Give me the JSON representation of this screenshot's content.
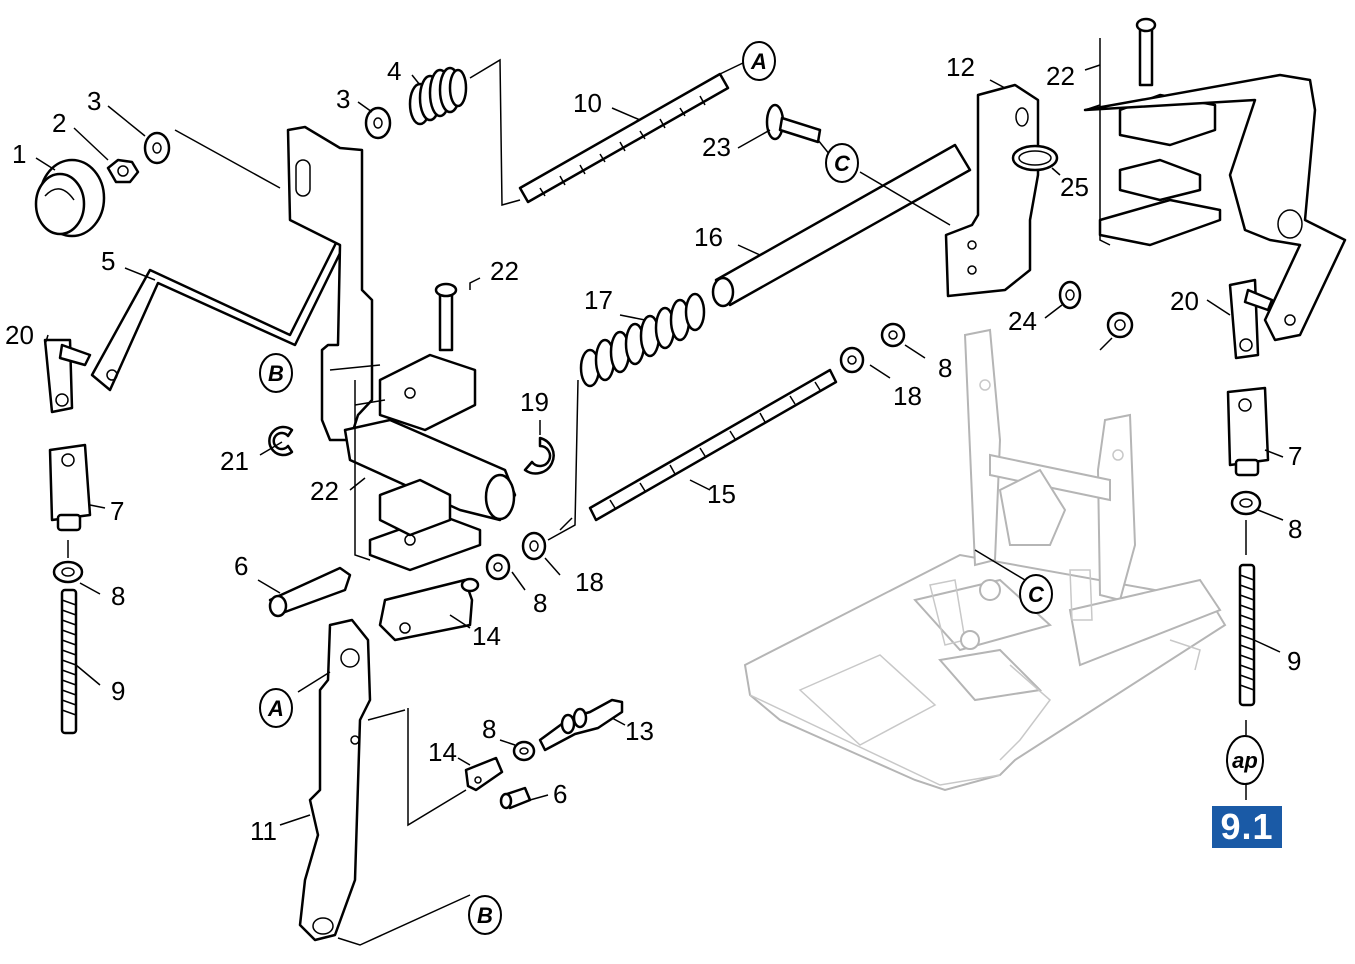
{
  "page_reference": "9.1",
  "part_numbers": [
    "1",
    "2",
    "3",
    "3",
    "4",
    "5",
    "6",
    "6",
    "7",
    "7",
    "8",
    "8",
    "8",
    "8",
    "8",
    "9",
    "9",
    "10",
    "11",
    "12",
    "13",
    "14",
    "14",
    "15",
    "16",
    "17",
    "18",
    "18",
    "19",
    "20",
    "20",
    "21",
    "22",
    "22",
    "22",
    "23",
    "24",
    "25"
  ],
  "reference_markers": [
    "A",
    "A",
    "B",
    "B",
    "C",
    "C",
    "ap"
  ]
}
